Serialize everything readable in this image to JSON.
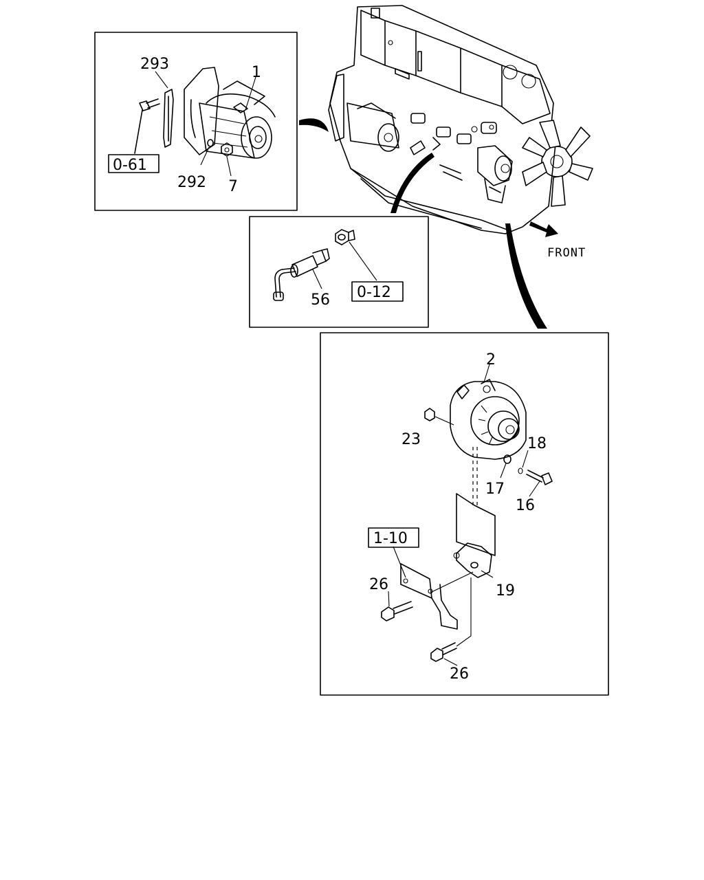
{
  "labels": {
    "starter": "1",
    "alternator": "2",
    "nut_7": "7",
    "bolt_16": "16",
    "washer_17": "17",
    "washer_18": "18",
    "part_19": "19",
    "nut_23": "23",
    "bolt_26_upper": "26",
    "bolt_26_lower": "26",
    "sensor_56": "56",
    "part_292": "292",
    "part_293": "293"
  },
  "refs": {
    "ref_0_61": "0-61",
    "ref_0_12": "0-12",
    "ref_1_10": "1-10"
  },
  "direction": {
    "front": "FRONT"
  },
  "colors": {
    "line": "#000000",
    "background": "#ffffff"
  }
}
